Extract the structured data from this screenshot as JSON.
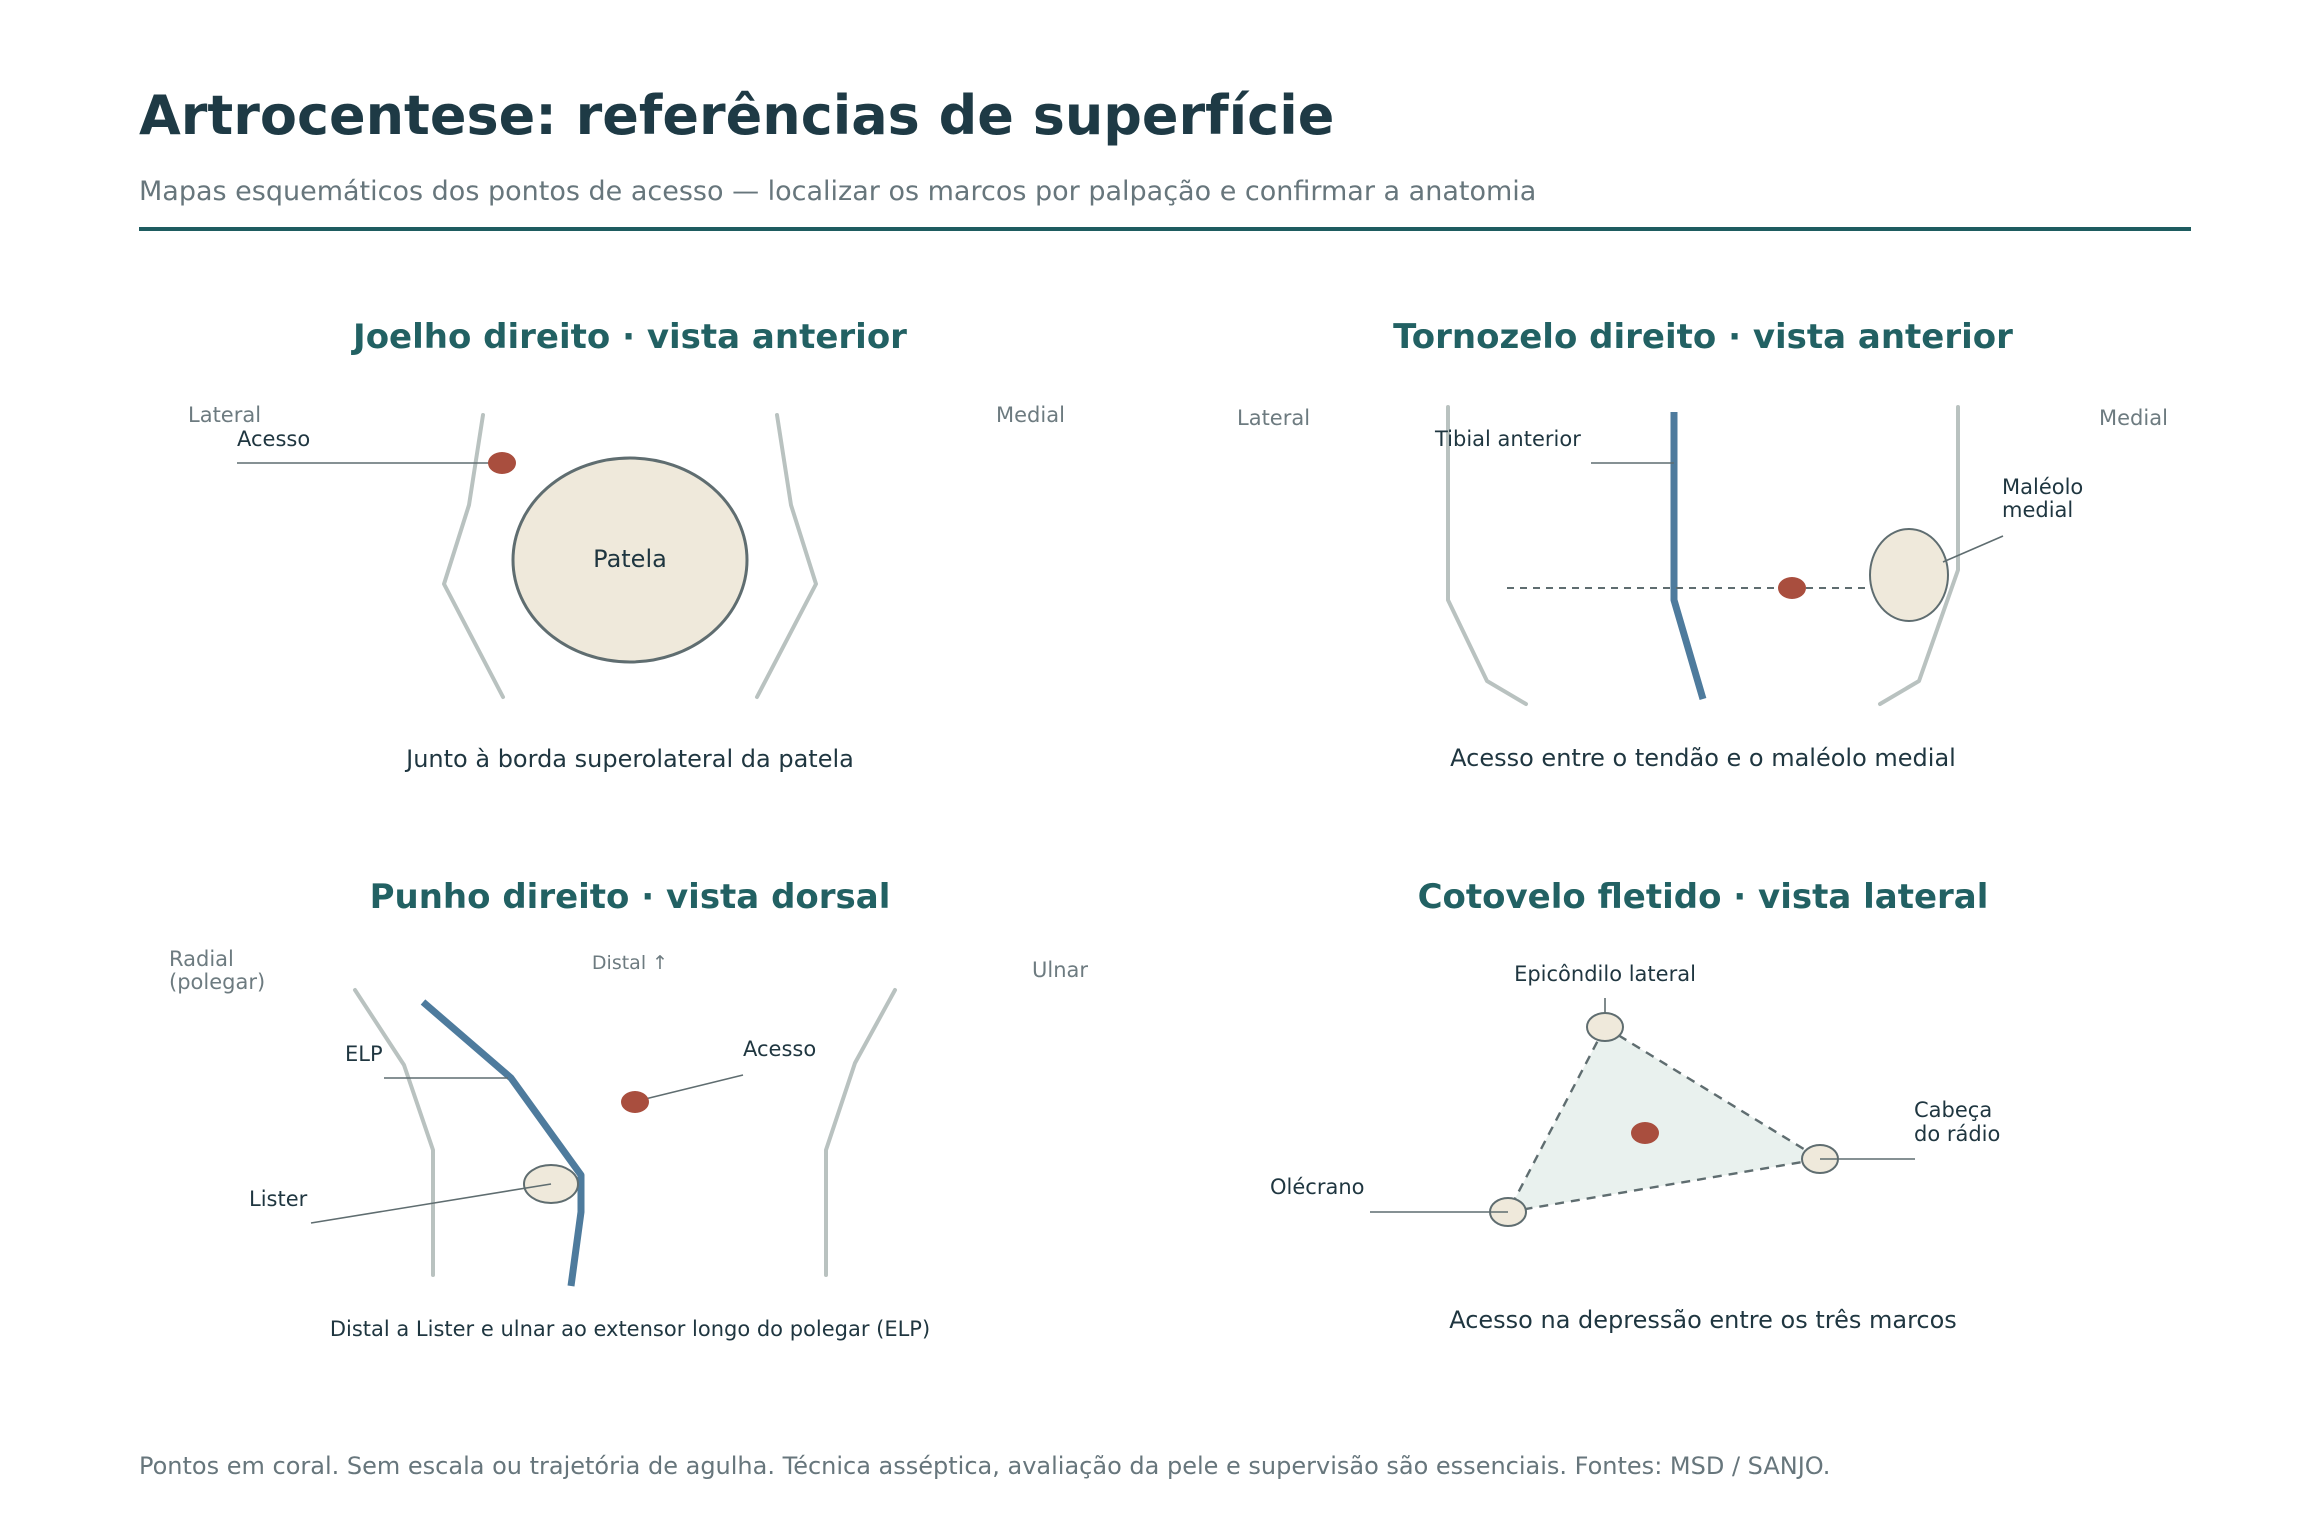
{
  "header": {
    "title": "Artrocentese: referências de superfície",
    "subtitle": "Mapas esquemáticos dos pontos de acesso — localizar os marcos por palpação e confirmar a anatomia"
  },
  "panels": {
    "knee": {
      "title": "Joelho direito · vista anterior",
      "side_left": "Lateral",
      "side_right": "Medial",
      "access_label": "Acesso",
      "patella_label": "Patela",
      "caption": "Junto à borda superolateral da patela"
    },
    "ankle": {
      "title": "Tornozelo direito · vista anterior",
      "side_left": "Lateral",
      "side_right": "Medial",
      "tendon_label": "Tibial anterior",
      "malleolus_label_line1": "Maléolo",
      "malleolus_label_line2": "medial",
      "caption": "Acesso entre o tendão e o maléolo medial"
    },
    "wrist": {
      "title": "Punho direito · vista dorsal",
      "side_left_line1": "Radial",
      "side_left_line2": "(polegar)",
      "distal_label": "Distal ↑",
      "side_right": "Ulnar",
      "elp_label": "ELP",
      "access_label": "Acesso",
      "lister_label": "Lister",
      "caption": "Distal a Lister e ulnar ao extensor longo do polegar (ELP)"
    },
    "elbow": {
      "title": "Cotovelo fletido · vista lateral",
      "epicondyle_label": "Epicôndilo lateral",
      "radial_head_line1": "Cabeça",
      "radial_head_line2": "do rádio",
      "olecranon_label": "Olécrano",
      "caption": "Acesso na depressão entre os três marcos"
    }
  },
  "footer": "Pontos em coral. Sem escala ou trajetória de agulha. Técnica asséptica, avaliação da pele e supervisão são essenciais. Fontes: MSD / SANJO.",
  "colors": {
    "access_point": "#a94e3e",
    "tendon": "#4e7b9d",
    "bone": "#efe9db",
    "panel_title": "#226163",
    "limb_outline": "#b9c2c0"
  }
}
